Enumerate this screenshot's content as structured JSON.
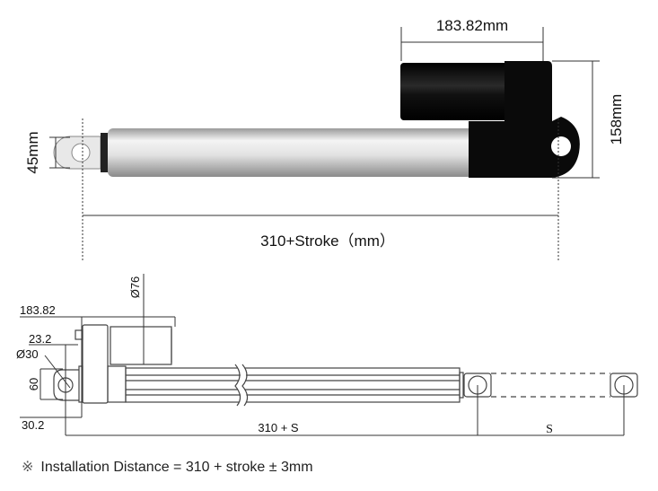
{
  "photo_view": {
    "motor_length_label": "183.82mm",
    "height_label": "158mm",
    "rod_eye_label": "45mm",
    "install_length_label": "310+Stroke（mm）"
  },
  "drawing_view": {
    "motor_diameter_label": "Ø76",
    "motor_length_label": "183.82",
    "offset_label": "23.2",
    "hole_diameter_label": "Ø30",
    "height_label": "60",
    "bottom_offset_label": "30.2",
    "retracted_length_label": "310 + S",
    "stroke_label": "S"
  },
  "note": {
    "symbol": "※",
    "text": "Installation Distance = 310 + stroke ± 3mm"
  },
  "colors": {
    "housing": "#111111",
    "tube": "#d8d8d8",
    "line": "#444444"
  }
}
